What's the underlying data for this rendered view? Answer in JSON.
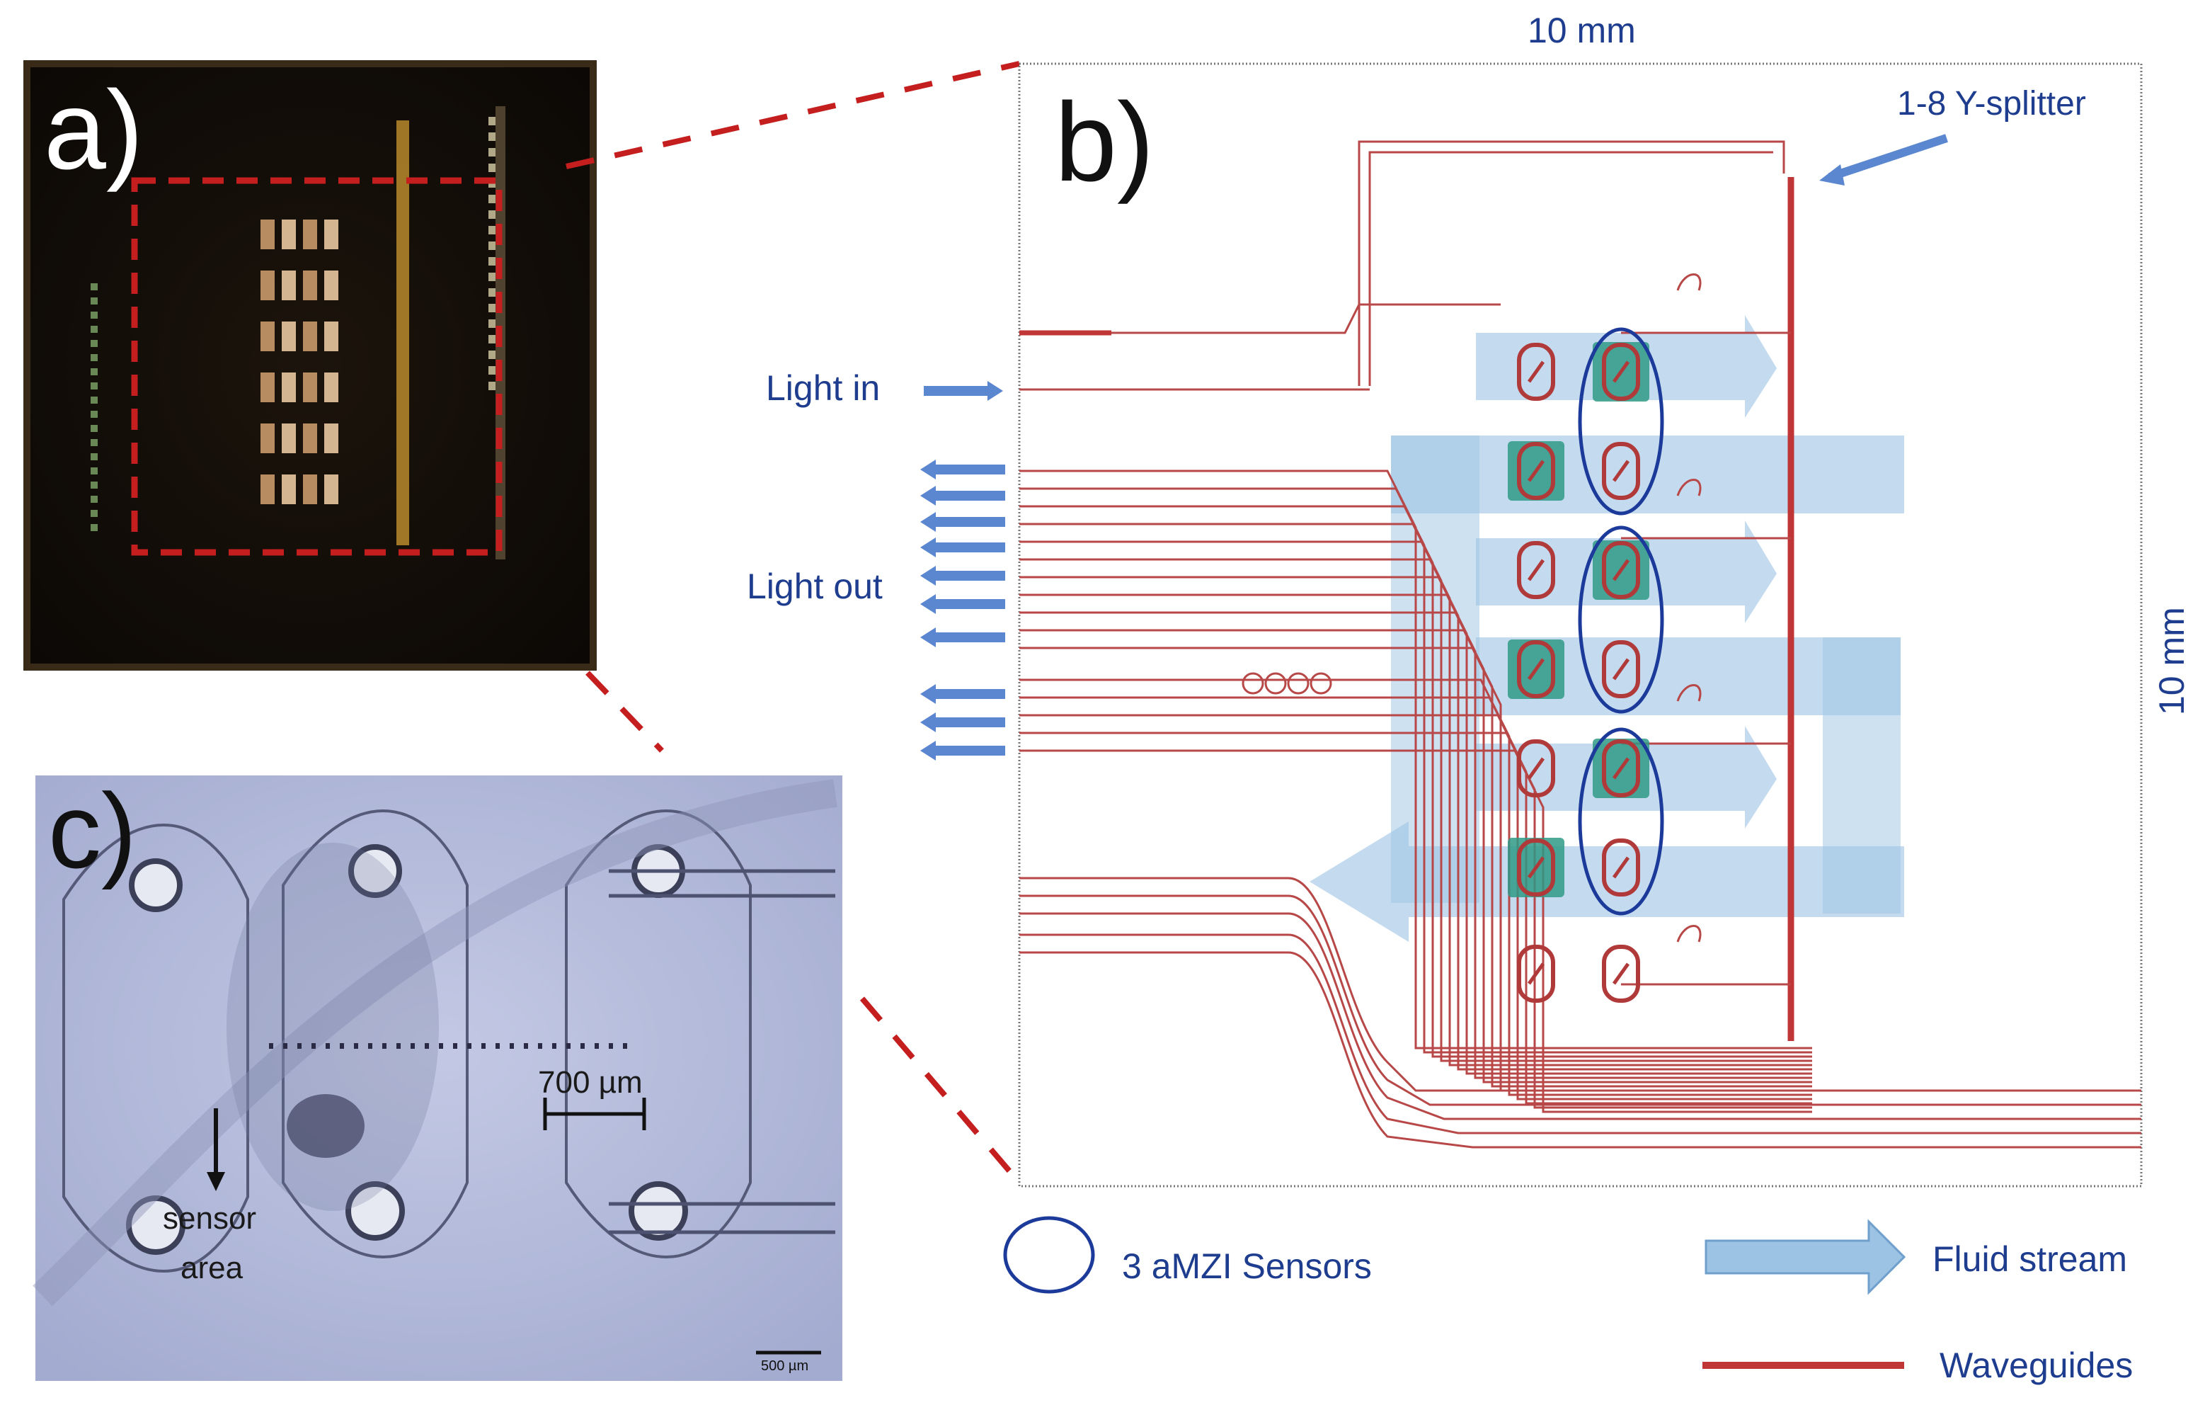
{
  "panels": {
    "a": {
      "label": "a)"
    },
    "b": {
      "label": "b)"
    },
    "c": {
      "label": "c)"
    }
  },
  "dimensions": {
    "width_label": "10 mm",
    "height_label": "10 mm"
  },
  "annotations": {
    "splitter": "1-8 Y-splitter",
    "light_in": "Light in",
    "light_out": "Light out",
    "scale_700": "700 µm",
    "sensor_line1": "sensor",
    "sensor_line2": "area",
    "scalebar_small": "500 µm"
  },
  "legend": {
    "sensors": "3  aMZI Sensors",
    "fluid": "Fluid stream",
    "waveguides": "Waveguides"
  },
  "colors": {
    "waveguide_red": "#c03535",
    "zoom_dash": "#c41e1e",
    "annotation_blue": "#1f3d8f",
    "arrow_blue": "#5b86d0",
    "fluid_blue": "#9cc3e4",
    "sensor_teal": "#2f9a86",
    "sensor_ring": "#1c3a9a"
  }
}
